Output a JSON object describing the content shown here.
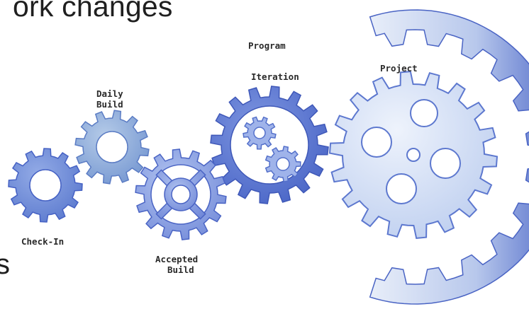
{
  "slide": {
    "title": "ork changes",
    "bullet_fragment": "s"
  },
  "gears": {
    "program": "Program",
    "project": "Project",
    "iteration": "Iteration",
    "daily_build_line1": "Daily",
    "daily_build_line2": "Build",
    "check_in": "Check-In",
    "accepted_build_line1": "Accepted",
    "accepted_build_line2": "Build"
  },
  "colors": {
    "program_gear": "#6f86d8",
    "project_gear": "#c9d7f1",
    "iteration_gear": "#5b77d0",
    "daily_build_gear": "#8aa8d8",
    "check_in_gear": "#6d8ad6",
    "accepted_build_gear": "#8ea3e3",
    "outline": "#3f58b8"
  }
}
